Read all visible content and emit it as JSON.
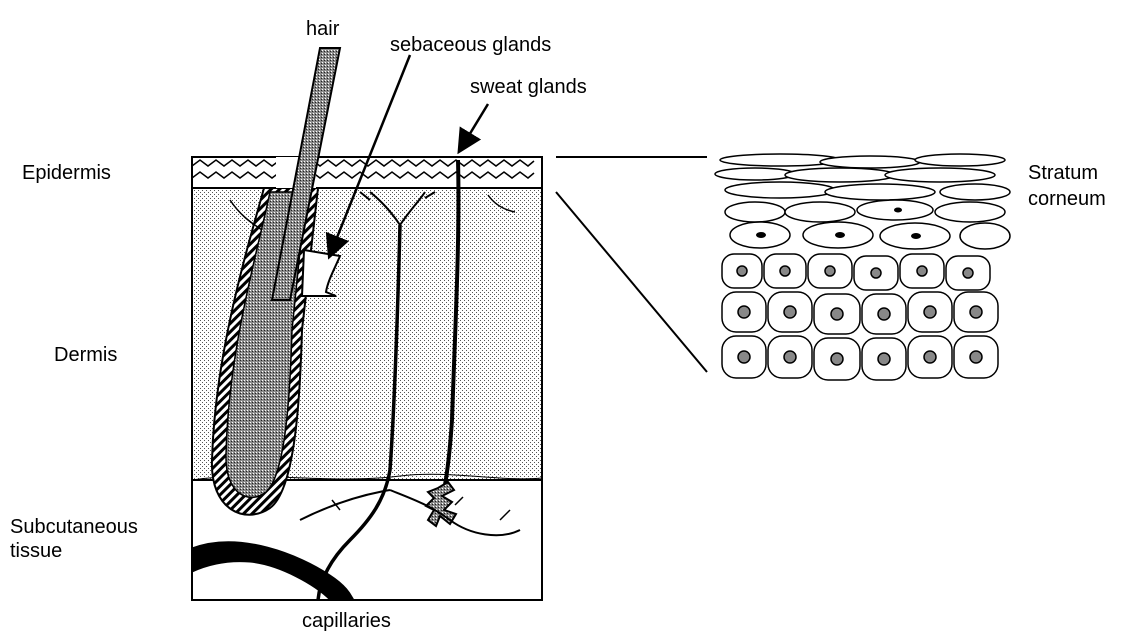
{
  "labels": {
    "hair": "hair",
    "sebaceous_glands": "sebaceous glands",
    "sweat_glands": "sweat glands",
    "epidermis": "Epidermis",
    "dermis": "Dermis",
    "subcutaneous_line1": "Subcutaneous",
    "subcutaneous_line2": "tissue",
    "capillaries": "capillaries",
    "stratum_line1": "Stratum",
    "stratum_line2": "corneum"
  },
  "colors": {
    "ink": "#000000",
    "dermis_fill": "#d9d9d9",
    "hair_fill": "#9a9a9a",
    "paper": "#ffffff"
  }
}
